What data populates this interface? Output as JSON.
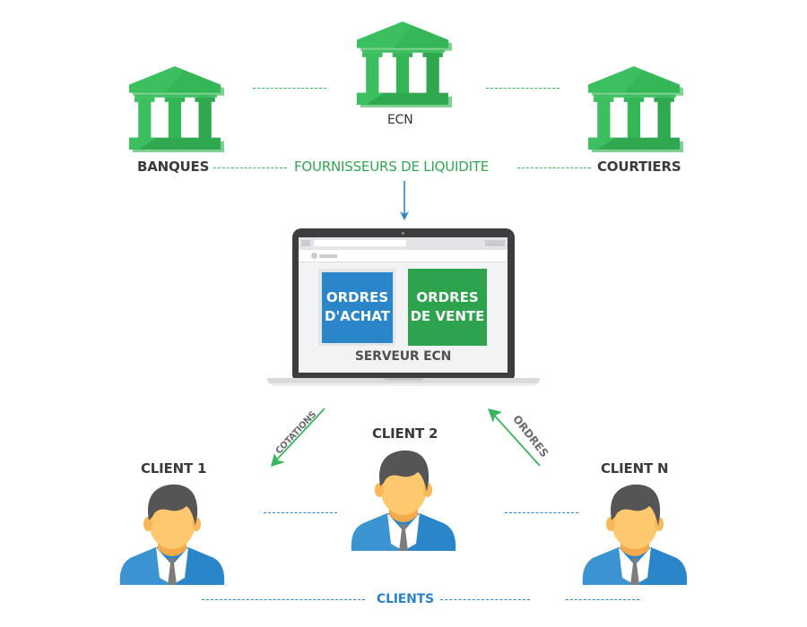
{
  "title": "ECN diagram",
  "colors": {
    "green": "#37b55a",
    "dark_green": "#2ca34c",
    "blue": "#2a86c9",
    "text_dark": "#3a3a3a",
    "laptop_frame": "#3d3d3f"
  },
  "liquidity": {
    "ecn_label": "ECN",
    "banks_label": "BANQUES",
    "brokers_label": "COURTIERS",
    "providers_label": "FOURNISSEURS DE LIQUIDITE",
    "icons": [
      "bank-icon",
      "bank-icon",
      "bank-icon"
    ]
  },
  "server": {
    "buy_orders": "ORDRES D'ACHAT",
    "buy_line1": "ORDRES",
    "buy_line2": "D'ACHAT",
    "sell_line1": "ORDRES",
    "sell_line2": "DE VENTE",
    "server_label": "SERVEUR ECN",
    "icon": "laptop-icon"
  },
  "flows": {
    "quotes_label": "COTATIONS",
    "orders_label": "ORDRES"
  },
  "clients": {
    "client1": "CLIENT 1",
    "client2": "CLIENT 2",
    "clientN": "CLIENT N",
    "group_label": "CLIENTS",
    "icon": "user-icon"
  }
}
